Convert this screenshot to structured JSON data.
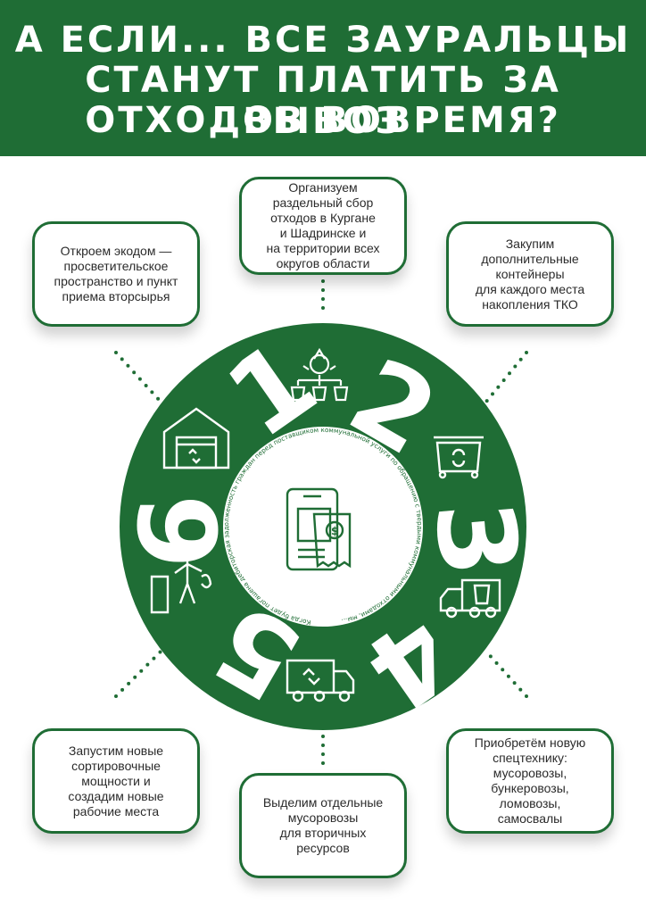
{
  "header": {
    "line1": "А ЕСЛИ... ВСЕ ЗАУРАЛЬЦЫ",
    "line2": "СТАНУТ ПЛАТИТЬ ЗА ВЫВОЗ",
    "line3": "ОТХОДОВ ВОВРЕМЯ?"
  },
  "cards": {
    "top": "Организуем\nраздельный сбор\nотходов в Кургане\nи Шадринске и\nна территории всех\nокругов области",
    "top_left": "Откроем экодом —\nпросветительское\nпространство и пункт\nприема вторсырья",
    "top_right": "Закупим\nдополнительные\nконтейнеры\nдля каждого места\nнакопления ТКО",
    "bottom_left": "Запустим новые\nсортировочные\nмощности и\nсоздадим новые\nрабочие места",
    "bottom": "Выделим отдельные\nмусоровозы\nдля вторичных\nресурсов",
    "bottom_right": "Приобретём новую\nспецтехнику:\nмусоровозы,\nбункеровозы,\nломовозы,\nсамосвалы"
  },
  "circle": {
    "arc_text": "Когда будет погашена дебиторская задолженность граждан перед поставщиком коммунальной услуги по обращению с твердыми коммунальными отходами, мы...",
    "numbers": [
      "1",
      "2",
      "3",
      "4",
      "5",
      "6"
    ]
  },
  "colors": {
    "green": "#1f6d35",
    "white": "#ffffff",
    "text": "#2b2b2b"
  }
}
